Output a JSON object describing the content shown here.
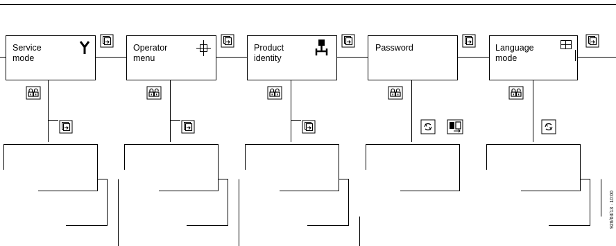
{
  "menus": [
    {
      "id": "service-mode",
      "line1": "Service",
      "line2": "mode",
      "icon": "wrench-y-icon",
      "has_lock": true,
      "has_page_icon": true
    },
    {
      "id": "operator-menu",
      "line1": "Operator",
      "line2": "menu",
      "icon": "crosshair-icon",
      "has_lock": true,
      "has_page_icon": true
    },
    {
      "id": "product-identity",
      "line1": "Product",
      "line2": "identity",
      "icon": "network-node-icon",
      "has_lock": true,
      "has_page_icon": true
    },
    {
      "id": "password",
      "line1": "Password",
      "line2": "",
      "icon": "",
      "has_lock": true,
      "has_page_icon": false,
      "extra_icons": [
        "refresh-cycle-icon",
        "switch-panel-icon"
      ]
    },
    {
      "id": "language-mode",
      "line1": "Language",
      "line2": "mode",
      "icon": "grid-table-icon",
      "has_lock": true,
      "has_page_icon": false,
      "extra_icons": [
        "refresh-cycle-icon"
      ]
    }
  ],
  "side_code": "926/03/13 · 10:00"
}
